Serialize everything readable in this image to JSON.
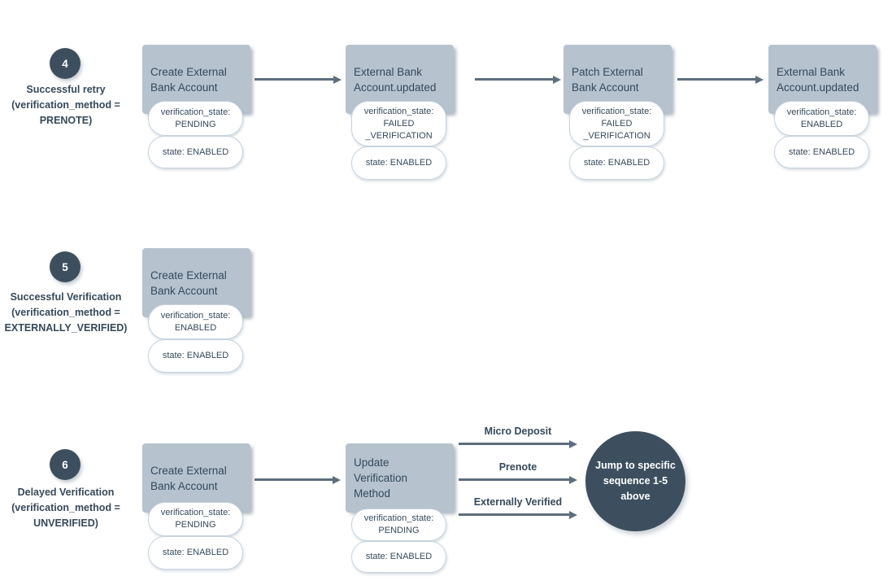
{
  "diagram": {
    "colors": {
      "badge_background": "#3d4f5e",
      "node_background": "#b6c2ce",
      "pill_border": "#c7d4e0",
      "pill_background": "#ffffff",
      "arrow": "#5e6e7e",
      "text_dark": "#36495a",
      "jump_circle_background": "#3d4f5e"
    },
    "sequences": [
      {
        "badge": "4",
        "caption": "Successful retry\n(verification_method =\nPRENOTE)",
        "nodes": [
          {
            "title": "Create External\nBank Account",
            "pills": [
              "verification_state:\nPENDING",
              "state: ENABLED"
            ]
          },
          {
            "title": "External Bank\nAccount.updated",
            "pills": [
              "verification_state:\nFAILED\n_VERIFICATION",
              "state: ENABLED"
            ]
          },
          {
            "title": "Patch External\nBank Account",
            "pills": [
              "verification_state:\nFAILED\n_VERIFICATION",
              "state: ENABLED"
            ]
          },
          {
            "title": "External Bank\nAccount.updated",
            "pills": [
              "verification_state:\nENABLED",
              "state: ENABLED"
            ]
          }
        ]
      },
      {
        "badge": "5",
        "caption": "Successful Verification\n(verification_method =\nEXTERNALLY_VERIFIED)",
        "nodes": [
          {
            "title": "Create External\nBank Account",
            "pills": [
              "verification_state:\nENABLED",
              "state: ENABLED"
            ]
          }
        ]
      },
      {
        "badge": "6",
        "caption": "Delayed Verification\n(verification_method =\nUNVERIFIED)",
        "nodes": [
          {
            "title": "Create External\nBank Account",
            "pills": [
              "verification_state:\nPENDING",
              "state: ENABLED"
            ]
          },
          {
            "title": "Update\nVerification\nMethod",
            "pills": [
              "verification_state:\nPENDING",
              "state: ENABLED"
            ]
          }
        ],
        "branch_arrows": [
          "Micro Deposit",
          "Prenote",
          "Externally Verified"
        ],
        "terminal_circle": "Jump to specific\nsequence 1-5\nabove"
      }
    ]
  }
}
